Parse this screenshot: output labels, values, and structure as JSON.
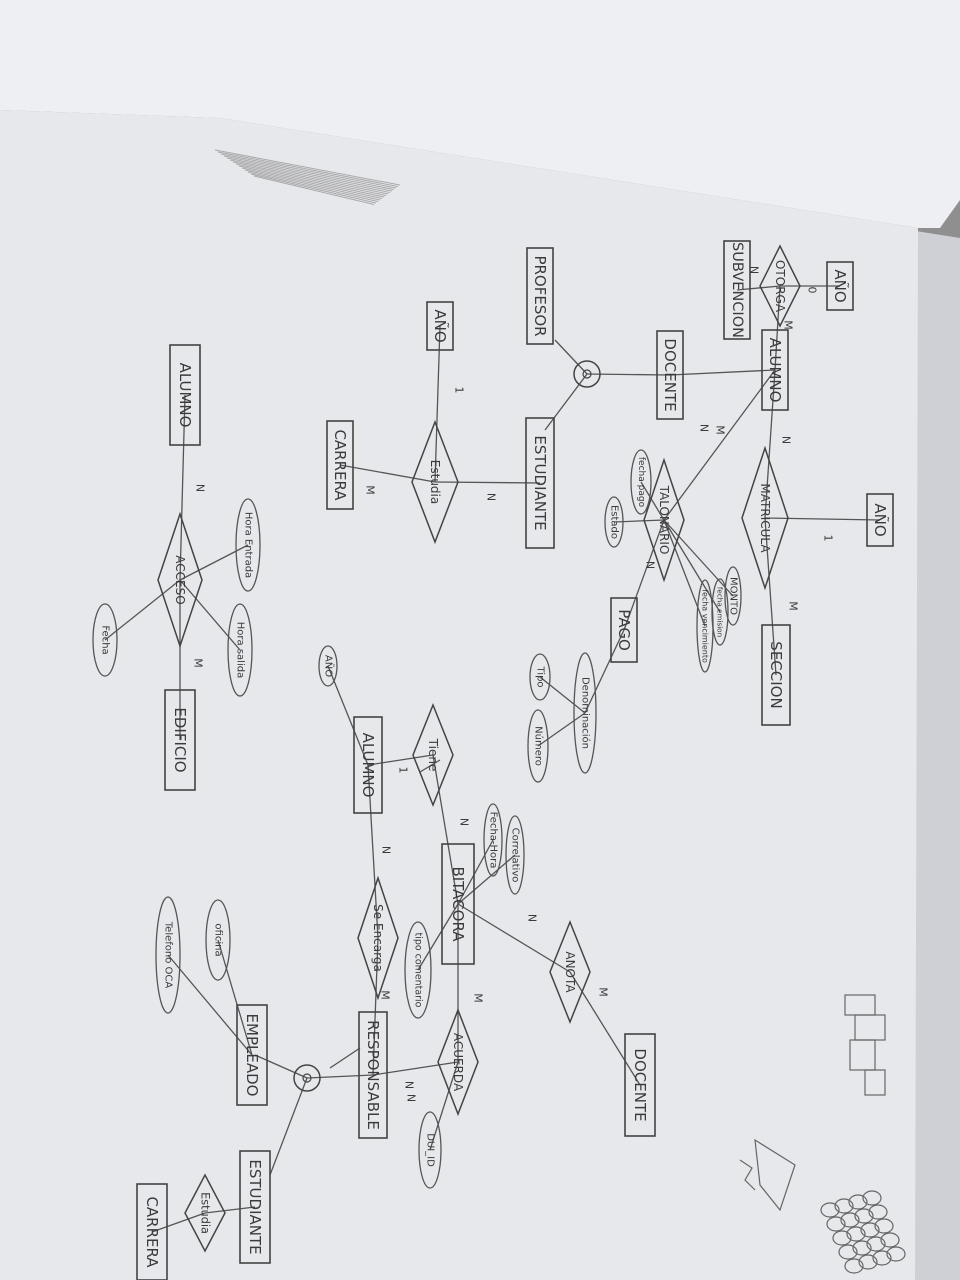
{
  "colors": {
    "paper": "#e7e8ec",
    "paper_shadow": "#cfd0d5",
    "background": "#8f8f8f",
    "ink": "#3b3b3b"
  },
  "diagrams": [
    {
      "id": "top",
      "entities": [
        {
          "id": "subvencion",
          "label": "SUBVENCION"
        },
        {
          "id": "ano1",
          "label": "AÑO"
        },
        {
          "id": "alumno1",
          "label": "ALUMNO"
        },
        {
          "id": "profesor",
          "label": "PROFESOR"
        },
        {
          "id": "docente1",
          "label": "DOCENTE"
        },
        {
          "id": "ano2",
          "label": "AÑO"
        },
        {
          "id": "estudiante1",
          "label": "ESTUDIANTE"
        },
        {
          "id": "carrera1",
          "label": "CARRERA"
        },
        {
          "id": "ano3",
          "label": "AÑO"
        },
        {
          "id": "seccion",
          "label": "SECCION"
        },
        {
          "id": "pago",
          "label": "PAGO"
        }
      ],
      "relationships": [
        {
          "id": "otorga",
          "label": "OTORGA"
        },
        {
          "id": "matricula",
          "label": "MATRICULA"
        },
        {
          "id": "talonario",
          "label": "TALONARIO"
        },
        {
          "id": "estudia1",
          "label": "Estudia"
        }
      ],
      "attributes": [
        {
          "id": "fecha_pago",
          "label": "fecha pago"
        },
        {
          "id": "estado",
          "label": "Estado"
        },
        {
          "id": "monto",
          "label": "MONTO"
        },
        {
          "id": "fecha_emision",
          "label": "fecha emision"
        },
        {
          "id": "fecha_vencimiento",
          "label": "fecha vencimiento"
        },
        {
          "id": "denominacion",
          "label": "Denominación"
        },
        {
          "id": "tipo1",
          "label": "Tipo"
        },
        {
          "id": "numero",
          "label": "Número"
        }
      ],
      "cardinalities": [
        "N",
        "M",
        "0",
        "M",
        "N",
        "N",
        "1",
        "M",
        "N",
        "1",
        "N",
        "M"
      ]
    },
    {
      "id": "left",
      "entities": [
        {
          "id": "alumno2",
          "label": "ALUMNO"
        },
        {
          "id": "edificio",
          "label": "EDIFICIO"
        }
      ],
      "relationships": [
        {
          "id": "acceso",
          "label": "ACCESO"
        }
      ],
      "attributes": [
        {
          "id": "hora_entrada",
          "label": "Hora Entrada"
        },
        {
          "id": "hora_salida",
          "label": "Hora salida"
        },
        {
          "id": "fecha",
          "label": "Fecha"
        }
      ],
      "cardinalities": [
        "N",
        "M"
      ]
    },
    {
      "id": "bottom",
      "entities": [
        {
          "id": "alumno3",
          "label": "ALUMNO"
        },
        {
          "id": "bitacora",
          "label": "BITACORA"
        },
        {
          "id": "docente2",
          "label": "DOCENTE"
        },
        {
          "id": "responsable",
          "label": "RESPONSABLE"
        },
        {
          "id": "empleado",
          "label": "EMPLEADO"
        },
        {
          "id": "estudiante2",
          "label": "ESTUDIANTE"
        },
        {
          "id": "carrera2",
          "label": "CARRERA"
        }
      ],
      "relationships": [
        {
          "id": "tiene",
          "label": "Tiene"
        },
        {
          "id": "se_encarga",
          "label": "Se Encarga"
        },
        {
          "id": "anota",
          "label": "ANOTA"
        },
        {
          "id": "acuerda",
          "label": "ACUERDA"
        },
        {
          "id": "estudia2",
          "label": "Estudia"
        }
      ],
      "attributes": [
        {
          "id": "ano4",
          "label": "AÑO"
        },
        {
          "id": "correlativo",
          "label": "Correlativo"
        },
        {
          "id": "fecha_hora",
          "label": "Fecha-Hora"
        },
        {
          "id": "tipo_comentario",
          "label": "tipo comentario"
        },
        {
          "id": "oficina",
          "label": "oficina"
        },
        {
          "id": "telefono_oca",
          "label": "Telefono OCA"
        },
        {
          "id": "dui_id",
          "label": "DUI_ID"
        }
      ],
      "cardinalities": [
        "1",
        "N",
        "N",
        "M",
        "N",
        "M",
        "M",
        "N",
        "N"
      ]
    }
  ]
}
